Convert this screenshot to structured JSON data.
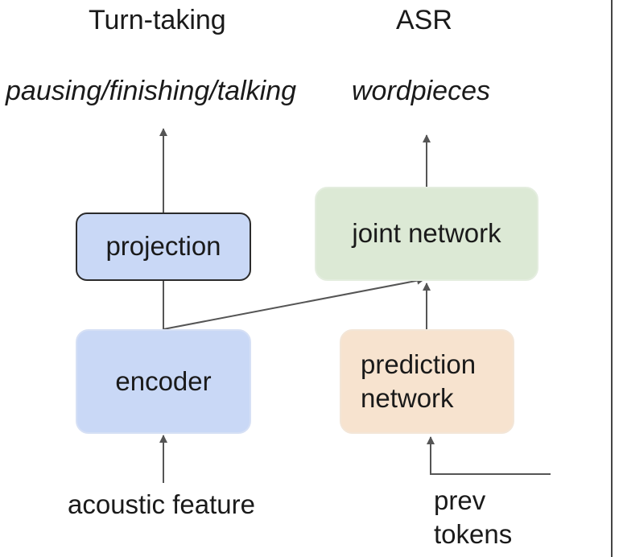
{
  "diagram": {
    "left_heading": "Turn-taking",
    "right_heading": "ASR",
    "left_output": "pausing/finishing/talking",
    "right_output": "wordpieces",
    "nodes": {
      "projection": {
        "label": "projection",
        "fill": "#c9d8f6",
        "stroke": "#2b2b2b"
      },
      "encoder": {
        "label": "encoder",
        "fill": "#c9d8f6",
        "stroke": "#d6e0f5"
      },
      "joint": {
        "label": "joint network",
        "fill": "#dce9d5",
        "stroke": "#e4eddf"
      },
      "prediction": {
        "label_line1": "prediction",
        "label_line2": "network",
        "fill": "#f7e3cf",
        "stroke": "#f3e6d8"
      }
    },
    "left_input": "acoustic feature",
    "right_input_line1": "prev",
    "right_input_line2": "tokens",
    "colors": {
      "arrow": "#555555",
      "divider": "#444444"
    }
  }
}
